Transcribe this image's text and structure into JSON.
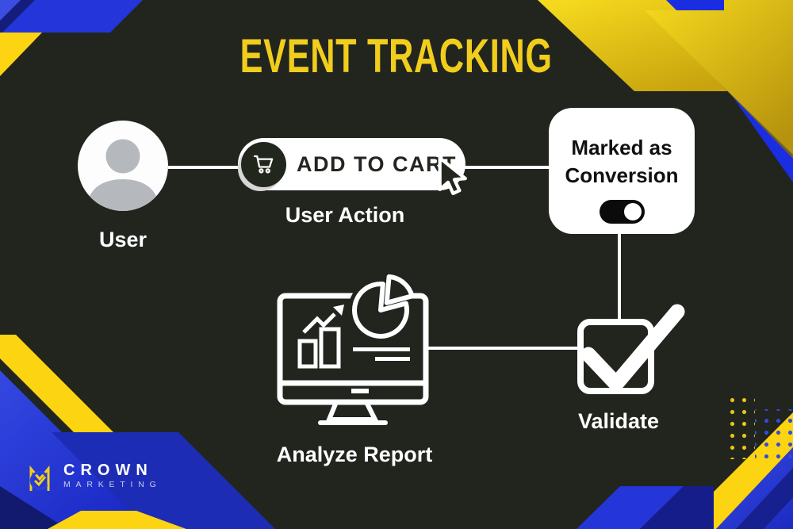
{
  "title": "EVENT TRACKING",
  "flow": {
    "user": {
      "label": "User"
    },
    "action": {
      "button_label": "ADD TO CART",
      "caption": "User Action"
    },
    "conversion": {
      "line1": "Marked as",
      "line2": "Conversion",
      "toggle_state": "on"
    },
    "validate": {
      "label": "Validate"
    },
    "analyze": {
      "label": "Analyze Report"
    }
  },
  "logo": {
    "name": "CROWN",
    "subtitle": "MARKETING"
  },
  "icons": {
    "user": "user-avatar-icon",
    "cart": "cart-icon",
    "cursor": "cursor-icon",
    "toggle": "toggle-on-icon",
    "check": "checkmark-icon",
    "monitor": "analytics-monitor-icon",
    "pie": "pie-chart-icon",
    "monogram": "crown-monogram-icon"
  },
  "colors": {
    "background": "#21251e",
    "title_yellow": "#f1cd1c",
    "accent_yellow": "#fcd411",
    "royal_blue": "#2436d9",
    "navy": "#151d7a",
    "white": "#ffffff",
    "avatar_gray": "#b5b8bd",
    "ink": "#22261e"
  }
}
